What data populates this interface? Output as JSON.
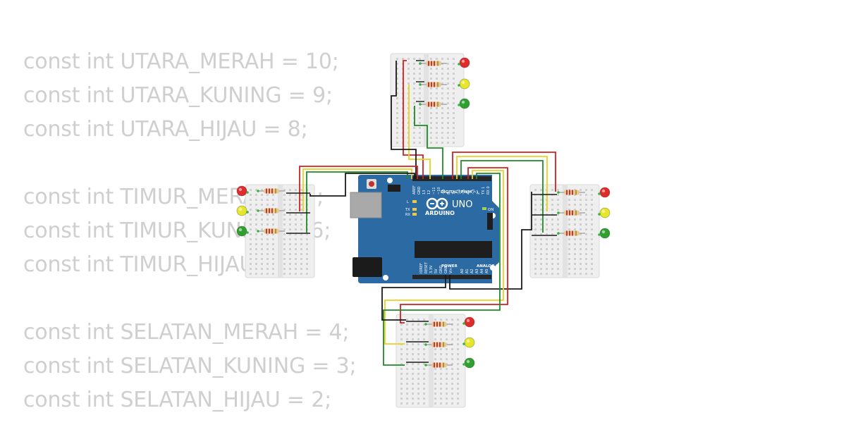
{
  "code_lines": [
    "const int UTARA_MERAH = 10;",
    "const int UTARA_KUNING = 9;",
    "const int UTARA_HIJAU = 8;",
    "const int TIMUR_MERAH = 7;",
    "const int TIMUR_KUNING = 6;",
    "const int TIMUR_HIJAU = 5;",
    "const int SELATAN_MERAH = 4;",
    "const int SELATAN_KUNING = 3;",
    "const int SELATAN_HIJAU = 2;"
  ],
  "arduino": {
    "brand": "ARDUINO",
    "model": "UNO",
    "digital_header": "DIGITAL (PWM ~)",
    "analog_header": "ANALOG IN",
    "power_header": "POWER",
    "on_label": "ON",
    "led_labels": [
      "L",
      "TX",
      "RX"
    ],
    "top_pin_labels": [
      "AREF",
      "GND",
      "13",
      "12",
      "~11",
      "~10",
      "~9",
      "8",
      "7",
      "~6",
      "~5",
      "4",
      "~3",
      "2",
      "TX 1",
      "RX 0"
    ],
    "power_pin_labels": [
      "IOREF",
      "RESET",
      "3.3V",
      "5V",
      "GND",
      "GND",
      "Vin"
    ],
    "analog_pin_labels": [
      "A0",
      "A1",
      "A2",
      "A3",
      "A4",
      "A5"
    ]
  },
  "colors": {
    "board": "#2b6aa3",
    "red_wire": "#d42020",
    "yellow_wire": "#e8d21e",
    "green_wire": "#1f8a2a",
    "black_wire": "#1a1a1a",
    "led_red": "#e02b2b",
    "led_yellow": "#e6e62a",
    "led_green": "#2fa02f",
    "breadboard": "#efefef"
  }
}
